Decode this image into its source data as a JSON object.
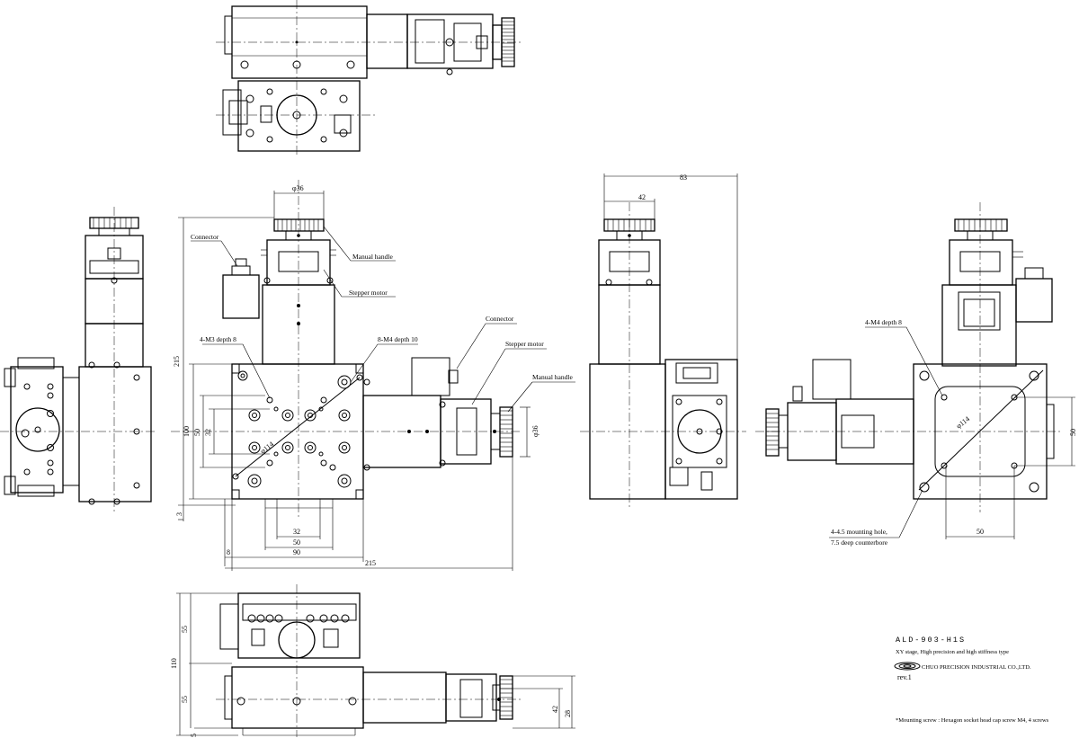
{
  "drawing": {
    "model": "ALD-903-H1S",
    "description": "XY stage, High precision and high stiffness type",
    "company": "CHUO PRECISION INDUSTRIAL CO.,LTD.",
    "revision": "rev.1",
    "note": "*Mounting screw : Hexagon socket head cap screw M4, 4 screws"
  },
  "labels": {
    "connector_1": "Connector",
    "manual_handle_1": "Manual handle",
    "stepper_motor_1": "Stepper motor",
    "m3_holes": "4-M3 depth 8",
    "m4_holes": "8-M4 depth 10",
    "connector_2": "Connector",
    "stepper_motor_2": "Stepper motor",
    "manual_handle_2": "Manual handle",
    "m4_holes_bottom": "4-M4 depth 8",
    "mounting_hole_1": "4-4.5 mounting hole,",
    "mounting_hole_2": "7.5 deep counterbore"
  },
  "dimensions": {
    "d_36_top": "φ36",
    "d_215_v": "215",
    "d_3": "3",
    "d_100": "100",
    "d_50_v": "50",
    "d_32_v": "32",
    "d_114": "φ114",
    "d_32_h": "32",
    "d_50_h": "50",
    "d_90": "90",
    "d_8": "8",
    "d_215_h": "215",
    "d_36_right": "φ36",
    "d_83": "83",
    "d_42": "42",
    "d_114_bottom": "φ114",
    "d_50_bv": "50",
    "d_50_bh": "50",
    "d_110": "110",
    "d_55_a": "55",
    "d_55_b": "55",
    "d_5": "5",
    "d_28": "28",
    "d_42_v": "42"
  }
}
